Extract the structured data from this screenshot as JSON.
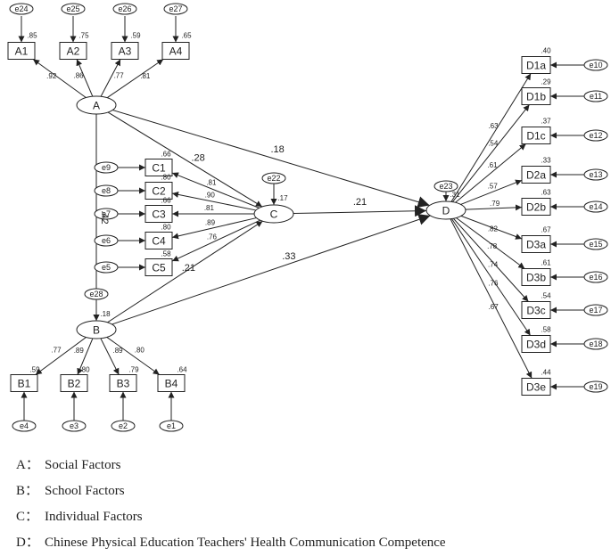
{
  "colors": {
    "line": "#222222",
    "background": "#ffffff"
  },
  "legend": [
    {
      "key": "A：",
      "text": "Social Factors"
    },
    {
      "key": "B：",
      "text": "School Factors"
    },
    {
      "key": "C：",
      "text": "Individual Factors"
    },
    {
      "key": "D：",
      "text": "Chinese Physical Education Teachers' Health Communication Competence"
    }
  ],
  "nodes": {
    "A": {
      "label": "A"
    },
    "B": {
      "label": "B",
      "r2": ".18",
      "error": "e28"
    },
    "C": {
      "label": "C",
      "r2": ".17",
      "error": "e22"
    },
    "D": {
      "label": "D",
      "r2": ".31",
      "error": "e23"
    }
  },
  "indicators": {
    "A": [
      {
        "label": "A1",
        "error": "e24",
        "r2": ".85",
        "loading": ".92"
      },
      {
        "label": "A2",
        "error": "e25",
        "r2": ".75",
        "loading": ".86"
      },
      {
        "label": "A3",
        "error": "e26",
        "r2": ".59",
        "loading": ".77"
      },
      {
        "label": "A4",
        "error": "e27",
        "r2": ".65",
        "loading": ".81"
      }
    ],
    "B": [
      {
        "label": "B1",
        "error": "e4",
        "r2": ".59",
        "loading": ".77"
      },
      {
        "label": "B2",
        "error": "e3",
        "r2": ".80",
        "loading": ".89"
      },
      {
        "label": "B3",
        "error": "e2",
        "r2": ".79",
        "loading": ".89"
      },
      {
        "label": "B4",
        "error": "e1",
        "r2": ".64",
        "loading": ".80"
      }
    ],
    "C": [
      {
        "label": "C1",
        "error": "e9",
        "r2": ".66",
        "loading": ".81"
      },
      {
        "label": "C2",
        "error": "e8",
        "r2": ".80",
        "loading": ".90"
      },
      {
        "label": "C3",
        "error": "e7",
        "r2": ".66",
        "loading": ".81"
      },
      {
        "label": "C4",
        "error": "e6",
        "r2": ".80",
        "loading": ".89"
      },
      {
        "label": "C5",
        "error": "e5",
        "r2": ".58",
        "loading": ".76"
      }
    ],
    "D": [
      {
        "label": "D1a",
        "error": "e10",
        "r2": ".40",
        "loading": ".63"
      },
      {
        "label": "D1b",
        "error": "e11",
        "r2": ".29",
        "loading": ".54"
      },
      {
        "label": "D1c",
        "error": "e12",
        "r2": ".37",
        "loading": ".61"
      },
      {
        "label": "D2a",
        "error": "e13",
        "r2": ".33",
        "loading": ".57"
      },
      {
        "label": "D2b",
        "error": "e14",
        "r2": ".63",
        "loading": ".79"
      },
      {
        "label": "D3a",
        "error": "e15",
        "r2": ".67",
        "loading": ".82"
      },
      {
        "label": "D3b",
        "error": "e16",
        "r2": ".61",
        "loading": ".78"
      },
      {
        "label": "D3c",
        "error": "e17",
        "r2": ".54",
        "loading": ".74"
      },
      {
        "label": "D3d",
        "error": "e18",
        "r2": ".58",
        "loading": ".76"
      },
      {
        "label": "D3e",
        "error": "e19",
        "r2": ".44",
        "loading": ".67"
      }
    ]
  },
  "paths": [
    {
      "from": "A",
      "to": "C",
      "coef": ".28"
    },
    {
      "from": "A",
      "to": "D",
      "coef": ".18"
    },
    {
      "from": "A",
      "to": "B",
      "coef": ".42"
    },
    {
      "from": "B",
      "to": "C",
      "coef": ".21"
    },
    {
      "from": "B",
      "to": "D",
      "coef": ".33"
    },
    {
      "from": "C",
      "to": "D",
      "coef": ".21"
    }
  ]
}
